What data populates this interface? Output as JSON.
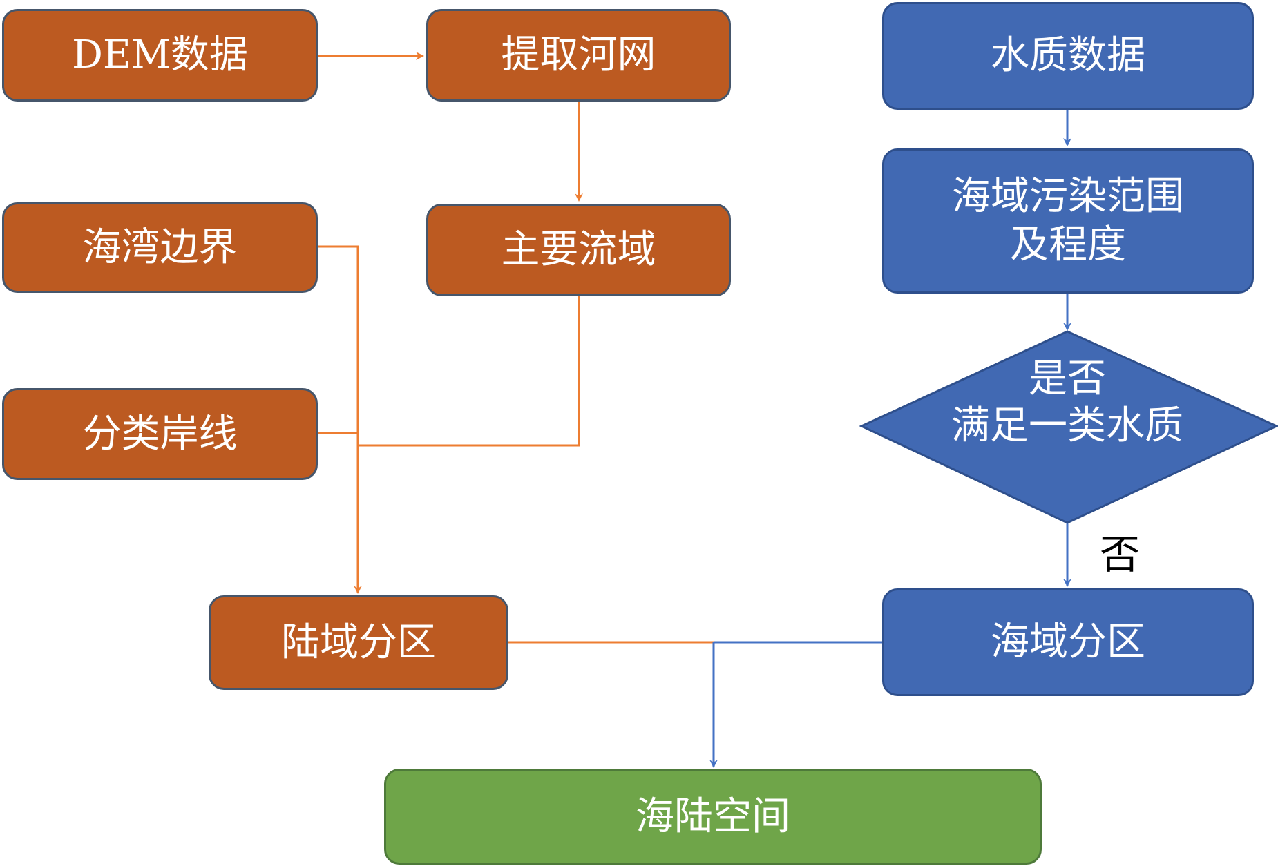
{
  "colors": {
    "orange_fill": "#BC5A21",
    "orange_line": "#ED7D31",
    "blue_fill": "#4169B3",
    "blue_line": "#4472C4",
    "green_fill": "#6FA549"
  },
  "nodes": {
    "dem_data": "DEM数据",
    "extract_river": "提取河网",
    "main_basin": "主要流域",
    "bay_boundary": "海湾边界",
    "classified_coastline": "分类岸线",
    "land_zoning": "陆域分区",
    "water_quality_data": "水质数据",
    "pollution_line1": "海域污染范围",
    "pollution_line2": "及程度",
    "decision_line1": "是否",
    "decision_line2": "满足一类水质",
    "sea_zoning": "海域分区",
    "land_sea_space": "海陆空间"
  },
  "edge_labels": {
    "no": "否"
  }
}
